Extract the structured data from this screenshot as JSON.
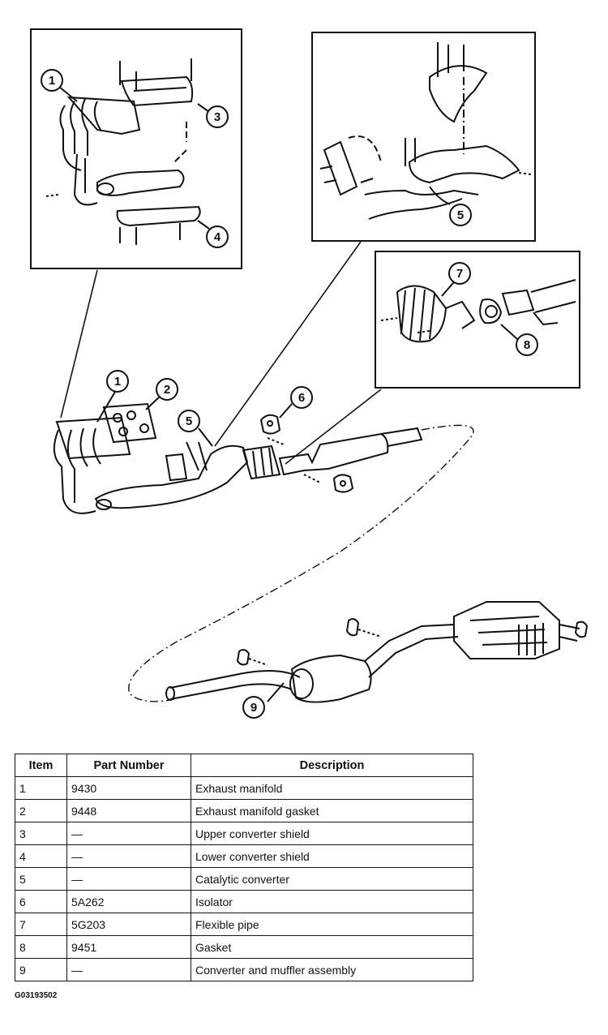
{
  "callouts": [
    "1",
    "2",
    "3",
    "4",
    "5",
    "6",
    "7",
    "8",
    "9"
  ],
  "table": {
    "headers": [
      "Item",
      "Part Number",
      "Description"
    ],
    "rows": [
      [
        "1",
        "9430",
        "Exhaust manifold"
      ],
      [
        "2",
        "9448",
        "Exhaust manifold gasket"
      ],
      [
        "3",
        "—",
        "Upper converter shield"
      ],
      [
        "4",
        "—",
        "Lower converter shield"
      ],
      [
        "5",
        "—",
        "Catalytic converter"
      ],
      [
        "6",
        "5A262",
        "Isolator"
      ],
      [
        "7",
        "5G203",
        "Flexible pipe"
      ],
      [
        "8",
        "9451",
        "Gasket"
      ],
      [
        "9",
        "—",
        "Converter and muffler assembly"
      ]
    ]
  },
  "figure_id": "G03193502"
}
